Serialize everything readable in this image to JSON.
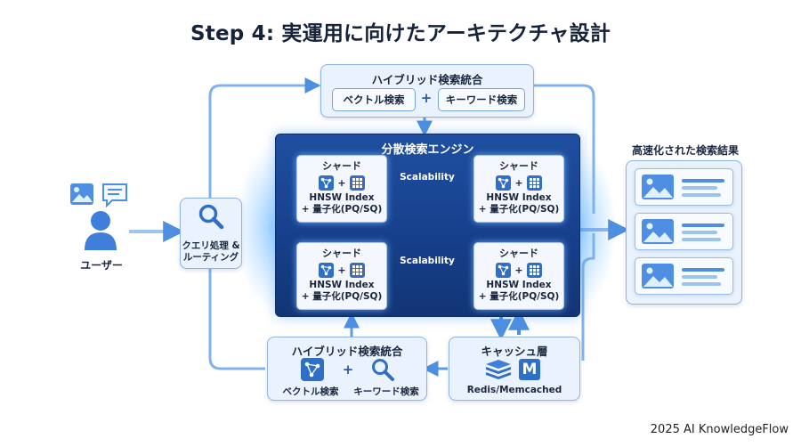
{
  "title": "Step 4: 実運用に向けたアーキテクチャ設計",
  "user": {
    "label": "ユーザー",
    "icons": [
      "image-icon",
      "chat-bubble-icon",
      "person-icon"
    ]
  },
  "query": {
    "label_line1": "クエリ処理 &",
    "label_line2": "ルーティング",
    "icon": "search-icon"
  },
  "top_hybrid": {
    "title": "ハイブリッド検索統合",
    "left": "ベクトル検索",
    "plus": "+",
    "right": "キーワード検索"
  },
  "engine": {
    "title": "分散検索エンジン",
    "scalability_label": "Scalability",
    "shards": [
      {
        "title": "シャード",
        "line1": "HNSW Index",
        "line2": "+ 量子化(PQ/SQ)",
        "plus": "+"
      },
      {
        "title": "シャード",
        "line1": "HNSW Index",
        "line2": "+ 量子化(PQ/SQ)",
        "plus": "+"
      },
      {
        "title": "シャード",
        "line1": "HNSW Index",
        "line2": "+ 量子化(PQ/SQ)",
        "plus": "+"
      },
      {
        "title": "シャード",
        "line1": "HNSW Index",
        "line2": "+ 量子化(PQ/SQ)",
        "plus": "+"
      }
    ]
  },
  "results": {
    "title": "高速化された検索結果",
    "cards": [
      "image-card-icon",
      "image-card-icon",
      "image-card-icon"
    ]
  },
  "cache": {
    "title": "キャッシュ層",
    "label": "Redis/Memcached",
    "icons": [
      "redis-icon",
      "memcached-icon"
    ]
  },
  "bottom_hybrid": {
    "title": "ハイブリッド検索統合",
    "left": "ベクトル検索",
    "plus": "+",
    "right": "キーワード検索"
  },
  "footer": "2025 AI KnowledgeFlow",
  "colors": {
    "engine": "#1f4fa0",
    "accent": "#2f6fc5",
    "arrow": "#5e9ce6",
    "box_bg": "#eaf3fd"
  }
}
